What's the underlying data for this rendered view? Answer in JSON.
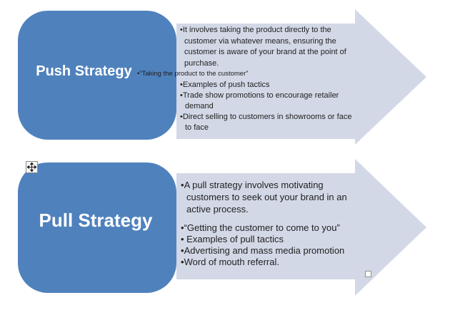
{
  "push": {
    "title": "Push Strategy",
    "para": "It involves taking the product directly to the customer via whatever means, ensuring the customer is aware of your brand at the point of purchase.",
    "quote": "“Taking the product to the customer”",
    "bullets": [
      "Examples of push tactics",
      "Trade show promotions to encourage retailer demand",
      "Direct selling to customers in showrooms or face to face"
    ]
  },
  "pull": {
    "title": "Pull Strategy",
    "para": "A pull strategy involves motivating customers to seek out your brand in an active process.",
    "quote": "“Getting the customer to come to you”",
    "bullets": [
      "Examples of pull tactics",
      "Advertising and mass media promotion",
      "Word of mouth referral."
    ]
  },
  "colors": {
    "shape_blue": "#4f81bd",
    "arrow_fill": "#d2d8e6",
    "text": "#1f1f1f"
  },
  "icons": {
    "move_handle": "move-icon",
    "selection_handle": "resize-handle"
  }
}
